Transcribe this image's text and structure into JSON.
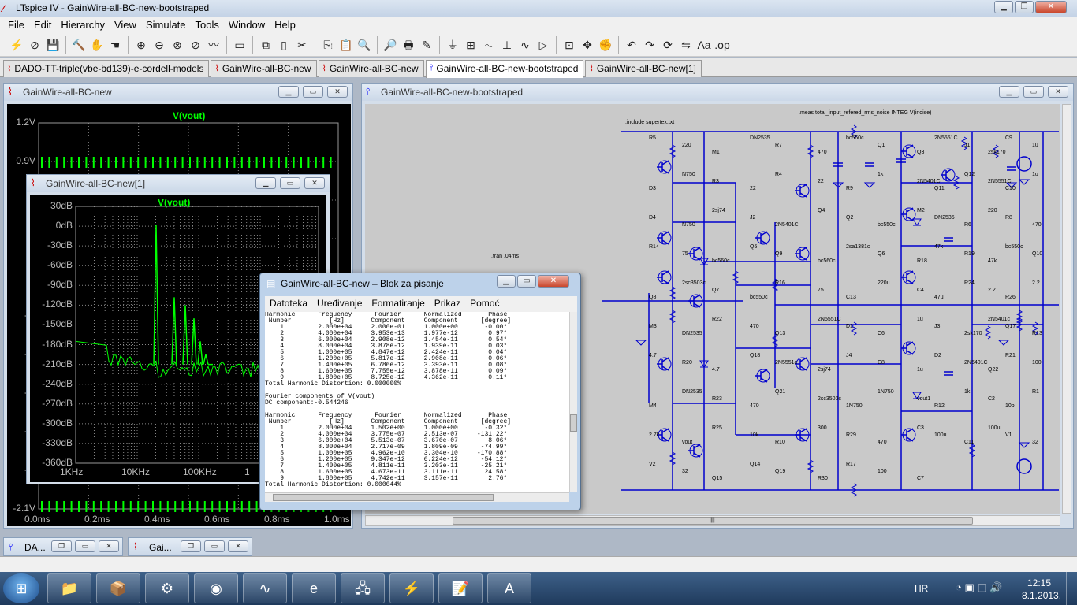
{
  "app": {
    "title": "LTspice IV - GainWire-all-BC-new-bootstraped",
    "icon": "ltspice-icon"
  },
  "menu": [
    "File",
    "Edit",
    "Hierarchy",
    "View",
    "Simulate",
    "Tools",
    "Window",
    "Help"
  ],
  "toolbar": [
    "run-icon",
    "halt-icon",
    "save-icon",
    "hammer-icon",
    "stop-sign-icon",
    "hand-icon",
    "zoom-in-icon",
    "zoom-out-icon",
    "zoom-fit-icon",
    "zoom-cancel-icon",
    "waveform-icon",
    "tile-h-icon",
    "cascade-icon",
    "tile-v-icon",
    "cut-icon",
    "copy-icon",
    "paste-icon",
    "find-icon",
    "print-preview-icon",
    "print-icon",
    "pencil-icon",
    "ground-icon",
    "label-icon",
    "resistor-icon",
    "capacitor-icon",
    "inductor-icon",
    "diode-icon",
    "component-icon",
    "move-icon",
    "drag-icon",
    "undo-icon",
    "redo-icon",
    "rotate-icon",
    "mirror-icon",
    "text-icon",
    "spice-directive-icon"
  ],
  "toolbar_glyphs": [
    "⚡",
    "⊘",
    "💾",
    "🔨",
    "✋",
    "☚",
    "⊕",
    "⊖",
    "⊗",
    "⊘",
    "〰",
    "▭",
    "⧉",
    "▯",
    "✂",
    "⎘",
    "📋",
    "🔍",
    "🔎",
    "🖶",
    "✎",
    "⏚",
    "⊞",
    "⏦",
    "⊥",
    "∿",
    "▷",
    "⊡",
    "✥",
    "✊",
    "↶",
    "↷",
    "⟳",
    "⇋",
    "Aa",
    ".op"
  ],
  "tabs": [
    {
      "label": "DADO-TT-triple(vbe-bd139)-e-cordell-models",
      "active": false
    },
    {
      "label": "GainWire-all-BC-new",
      "active": false
    },
    {
      "label": "GainWire-all-BC-new",
      "active": false
    },
    {
      "label": "GainWire-all-BC-new-bootstraped",
      "active": true
    },
    {
      "label": "GainWire-all-BC-new[1]",
      "active": false
    }
  ],
  "plot1": {
    "title": "GainWire-all-BC-new",
    "trace": "V(vout)",
    "yticks": [
      "1.2V",
      "0.9V",
      "0.",
      "0.",
      "0.",
      "-0.",
      "-0.",
      "-1.",
      "-1.",
      "-1.",
      "-2.1V"
    ],
    "xticks": [
      "0.0ms",
      "0.2ms",
      "0.4ms",
      "0.6ms",
      "0.8ms",
      "1.0ms"
    ]
  },
  "plot2": {
    "title": "GainWire-all-BC-new[1]",
    "trace": "V(vout)",
    "yticks": [
      "30dB",
      "0dB",
      "-30dB",
      "-60dB",
      "-90dB",
      "-120dB",
      "-150dB",
      "-180dB",
      "-210dB",
      "-240dB",
      "-270dB",
      "-300dB",
      "-330dB",
      "-360dB"
    ],
    "xticks": [
      "1KHz",
      "10KHz",
      "100KHz",
      "1"
    ]
  },
  "schematic": {
    "title": "GainWire-all-BC-new-bootstraped",
    "directives": [
      ".include supertex.txt",
      ".tran .04ms",
      ".meas total_input_refered_rms_noise INTEG V(inoise)"
    ],
    "labels": [
      "R5",
      "220",
      "M1",
      "DN2535",
      "R7",
      "470",
      "bc560c",
      "Q1",
      "Q3",
      "2N5551C",
      "J1",
      "2sk170",
      "C9",
      "1u",
      "D3",
      "N750",
      "R3",
      "22",
      "R4",
      "22",
      "R9",
      "1k",
      "2N5401C",
      "Q11",
      "Q12",
      "2N5551C",
      "C10",
      "1u",
      "D4",
      "N750",
      "2sj74",
      "J2",
      "2N5401C",
      "Q4",
      "Q2",
      "bc550c",
      "M2",
      "DN2535",
      "R6",
      "220",
      "R8",
      "470",
      "R14",
      "75",
      "bc560c",
      "Q5",
      "Q9",
      "bc560c",
      "2sa1381c",
      "Q6",
      "R18",
      "47k",
      "R19",
      "47k",
      "bc550c",
      "Q10",
      "Q8",
      "2sc3503c",
      "Q7",
      "bc550c",
      "R16",
      "75",
      "C13",
      "220u",
      "C4",
      "47u",
      "R24",
      "2.2",
      "R26",
      "2.2",
      "M3",
      "DN2535",
      "R22",
      "470",
      "Q13",
      "2N5551C",
      "D1",
      "C6",
      "1u",
      "J3",
      "2sk170",
      "2N5401c",
      "Q17",
      "R13",
      "4.7",
      "R20",
      "4.7",
      "Q18",
      "2N5551c",
      "2sj74",
      "J4",
      "C8",
      "1u",
      "D2",
      "2N5401C",
      "Q22",
      "R21",
      "100",
      "M4",
      "DN2535",
      "R23",
      "470",
      "Q21",
      "2sc3503c",
      "1N750",
      "1N750",
      "vout1",
      "R12",
      "1k",
      "C2",
      "10p",
      "R1",
      "2.7k",
      "vout",
      "R25",
      "10k",
      "R10",
      "300",
      "R29",
      "470",
      "C3",
      "100u",
      "C11",
      "100u",
      "V1",
      "32",
      "V2",
      "32",
      "Q15",
      "Q14",
      "Q19",
      "R30",
      "R17",
      "100",
      "C7"
    ]
  },
  "notepad": {
    "title": "GainWire-all-BC-new – Blok za pisanje",
    "menu": [
      "Datoteka",
      "Uređivanje",
      "Formatiranje",
      "Prikaz",
      "Pomoć"
    ],
    "lines": [
      "Harmonic      Frequency      Fourier      Normalized       Phase",
      " Number          [Hz]       Component     Component      [degree]",
      "    1         2.000e+04     2.000e-01     1.000e+00       -0.00°",
      "    2         4.000e+04     3.953e-13     1.977e-12        0.97°",
      "    3         6.000e+04     2.908e-12     1.454e-11        0.54°",
      "    4         8.000e+04     3.878e-12     1.939e-11        0.03°",
      "    5         1.000e+05     4.847e-12     2.424e-11        0.04°",
      "    6         1.200e+05     5.817e-12     2.908e-11        0.06°",
      "    7         1.400e+05     6.786e-12     3.393e-11        0.08°",
      "    8         1.600e+05     7.755e-12     3.878e-11        0.09°",
      "    9         1.800e+05     8.725e-12     4.362e-11        0.11°",
      "Total Harmonic Distortion: 0.000000%",
      "",
      "Fourier components of V(vout)",
      "DC component:-0.544246",
      "",
      "Harmonic      Frequency      Fourier      Normalized       Phase",
      " Number          [Hz]       Component     Component      [degree]",
      "    1         2.000e+04     1.502e+00     1.000e+00       -0.32°",
      "    2         4.000e+04     3.775e-07     2.513e-07     -131.22°",
      "    3         6.000e+04     5.513e-07     3.670e-07        8.06°",
      "    4         8.000e+04     2.717e-09     1.809e-09      -74.99°",
      "    5         1.000e+05     4.962e-10     3.304e-10     -170.88°",
      "    6         1.200e+05     9.347e-12     6.224e-12      -54.12°",
      "    7         1.400e+05     4.811e-11     3.203e-11      -25.21°",
      "    8         1.600e+05     4.673e-11     3.111e-11       24.58°",
      "    9         1.800e+05     4.742e-11     3.157e-11        2.76°",
      "Total Harmonic Distortion: 0.000044%"
    ]
  },
  "minimized": [
    {
      "label": "DA..."
    },
    {
      "label": "Gai..."
    }
  ],
  "taskbar": {
    "apps": [
      "explorer-icon",
      "package-icon",
      "tools-icon",
      "antivirus-icon",
      "waveform-app-icon",
      "ie-icon",
      "network-icon",
      "ltspice-task-icon",
      "notepad-icon",
      "pdf-icon"
    ],
    "glyphs": [
      "📁",
      "📦",
      "⚙",
      "◉",
      "∿",
      "e",
      "🖧",
      "⚡",
      "📝",
      "A"
    ],
    "lang": "HR",
    "time": "12:15",
    "date": "8.1.2013."
  },
  "colors": {
    "wire": "#0000cd",
    "trace": "#00ff00",
    "plot_bg": "#000000",
    "schematic_bg": "#c9c9c9"
  }
}
